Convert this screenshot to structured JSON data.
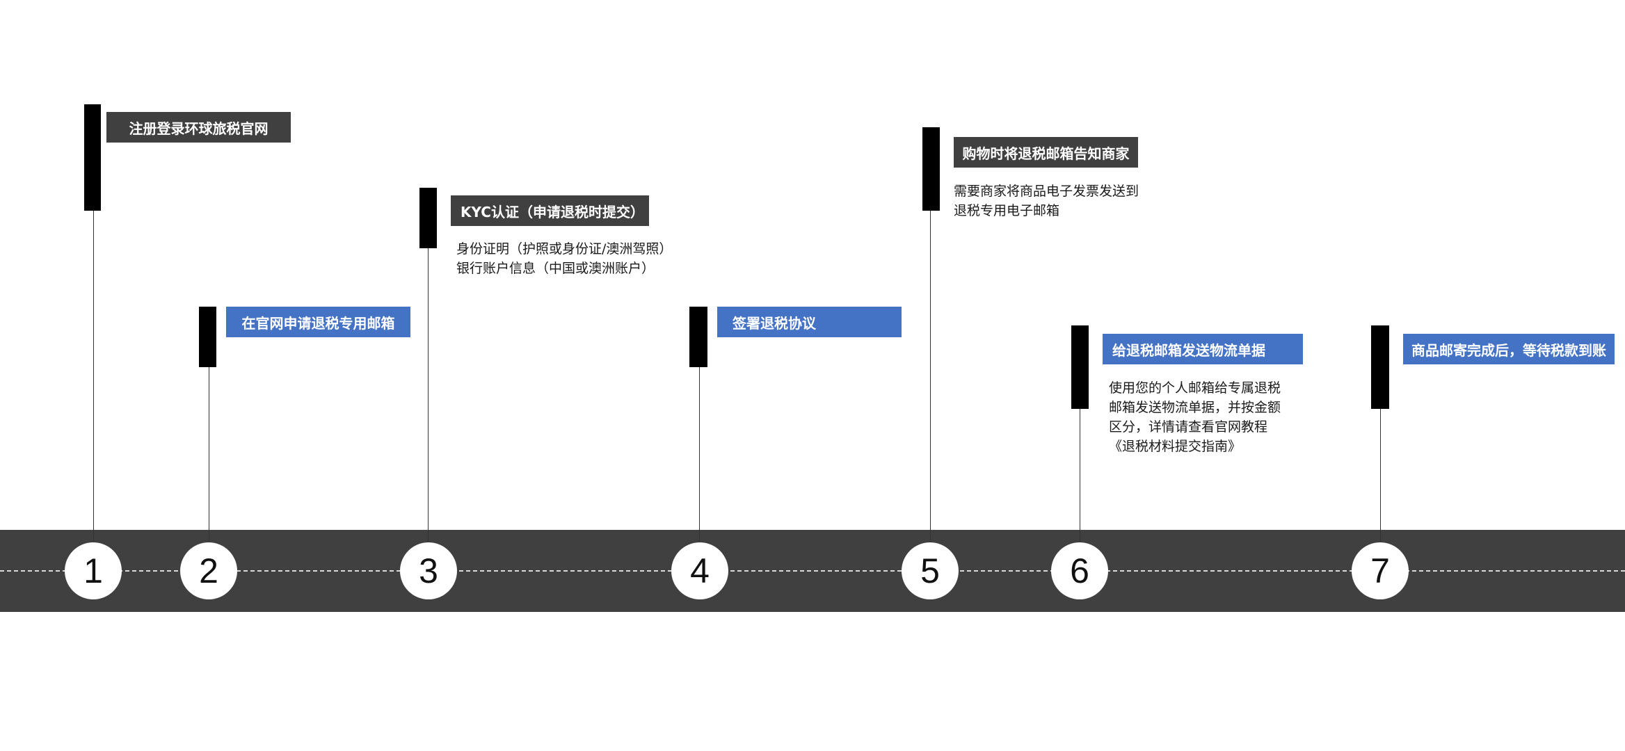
{
  "colors": {
    "road": "#404040",
    "dark_label": "#404040",
    "blue_label": "#4472c4",
    "flag": "#000000",
    "dash": "#d9d9d9"
  },
  "steps": [
    {
      "number": "1",
      "label": "注册登录环球旅税官网",
      "style": "dark",
      "description": []
    },
    {
      "number": "2",
      "label": "在官网申请退税专用邮箱",
      "style": "blue",
      "description": []
    },
    {
      "number": "3",
      "label": "KYC认证（申请退税时提交）",
      "style": "dark",
      "description": [
        "身份证明（护照或身份证/澳洲驾照）",
        "银行账户信息（中国或澳洲账户）"
      ]
    },
    {
      "number": "4",
      "label": "签署退税协议",
      "style": "blue",
      "description": []
    },
    {
      "number": "5",
      "label": "购物时将退税邮箱告知商家",
      "style": "dark",
      "description": [
        "需要商家将商品电子发票发送到",
        "退税专用电子邮箱"
      ]
    },
    {
      "number": "6",
      "label": "给退税邮箱发送物流单据",
      "style": "blue",
      "description": [
        "使用您的个人邮箱给专属退税",
        "邮箱发送物流单据，并按金额",
        "区分，详情请查看官网教程",
        "《退税材料提交指南》"
      ]
    },
    {
      "number": "7",
      "label": "商品邮寄完成后，等待税款到账",
      "style": "blue",
      "description": []
    }
  ]
}
